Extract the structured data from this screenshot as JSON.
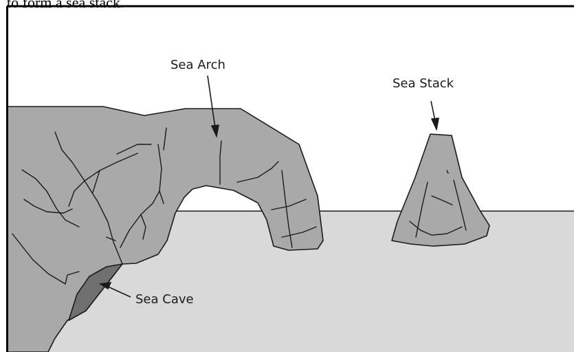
{
  "caption": "to form a sea stack.",
  "labels": {
    "sea_arch": "Sea Arch",
    "sea_stack": "Sea Stack",
    "sea_cave": "Sea Cave"
  },
  "colors": {
    "sea": "#d9d9d9",
    "rock": "#a9a9a9",
    "cave": "#707070",
    "outline": "#1a1a1a",
    "frame": "#000000"
  }
}
